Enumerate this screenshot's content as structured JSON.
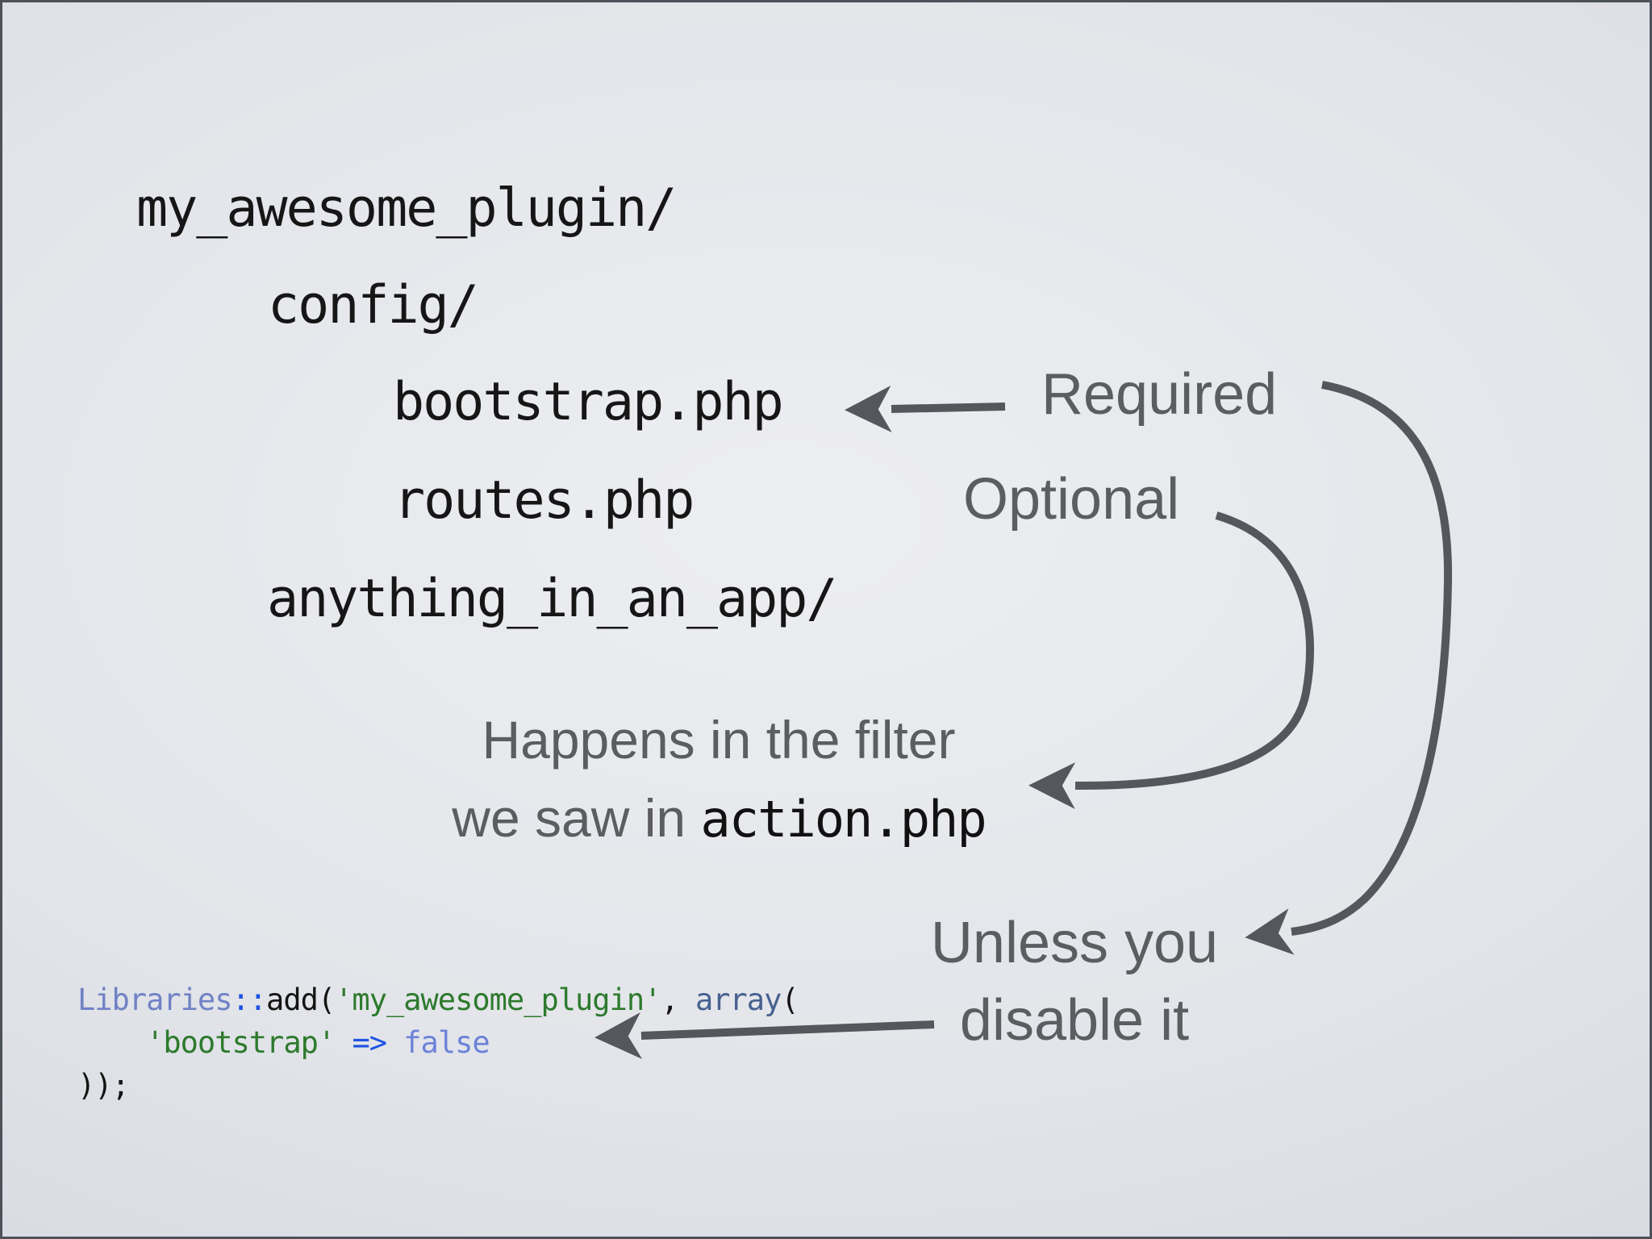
{
  "slide": {
    "tree": [
      {
        "label": "my_awesome_plugin/"
      },
      {
        "label": "config/"
      },
      {
        "label": "bootstrap.php"
      },
      {
        "label": "routes.php"
      },
      {
        "label": "anything_in_an_app/"
      }
    ],
    "annotations": {
      "required_label": "Required",
      "optional_label": "Optional",
      "filter_note_line1": "Happens in the filter",
      "filter_note_line2_prefix": "we saw in ",
      "filter_note_line2_code": "action.php",
      "unless_line1": "Unless you",
      "unless_line2": "disable it"
    },
    "code": {
      "lines": [
        [
          {
            "t": "Libraries",
            "c": "#7082c5"
          },
          {
            "t": "::",
            "c": "#1d53e3"
          },
          {
            "t": "add(",
            "c": "#141414"
          },
          {
            "t": "'my_awesome_plugin'",
            "c": "#2d7a2d"
          },
          {
            "t": ", ",
            "c": "#141414"
          },
          {
            "t": "array",
            "c": "#47618f"
          },
          {
            "t": "(",
            "c": "#141414"
          }
        ],
        [
          {
            "t": "    ",
            "c": "#141414"
          },
          {
            "t": "'bootstrap'",
            "c": "#2d7a2d"
          },
          {
            "t": " ",
            "c": "#141414"
          },
          {
            "t": "=>",
            "c": "#1d53e3"
          },
          {
            "t": " ",
            "c": "#141414"
          },
          {
            "t": "false",
            "c": "#6c82d8"
          }
        ],
        [
          {
            "t": "));",
            "c": "#141414"
          }
        ]
      ]
    },
    "colors": {
      "arrow": "#54575b",
      "gray_text": "#5c5d60",
      "tree_text": "#161616",
      "background_center": "#edeef1",
      "background_edge": "#cacfd7",
      "border": "#4d525a"
    }
  }
}
